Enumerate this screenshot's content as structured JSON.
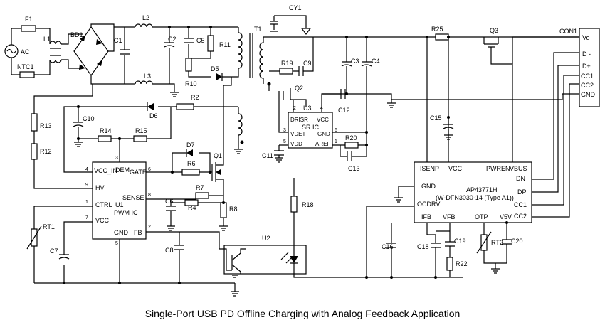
{
  "caption": "Single-Port USB PD Offline Charging with Analog Feedback Application",
  "input": {
    "ac": "AC",
    "fuse": "F1",
    "inductor": "L1",
    "ntc": "NTC1",
    "bridge": "BD1"
  },
  "primary_parts": {
    "c1": "C1",
    "l2": "L2",
    "l3": "L3",
    "c2": "C2",
    "c5": "C5",
    "r11": "R11",
    "r10": "R10",
    "d5": "D5",
    "r2": "R2",
    "d6": "D6",
    "c10": "C10",
    "r14": "R14",
    "r15": "R15",
    "r13": "R13",
    "r12": "R12",
    "d7": "D7",
    "r6": "R6",
    "q1": "Q1",
    "r7": "R7",
    "r4": "R4",
    "r8": "R8",
    "c6": "C6",
    "c7": "C7",
    "c8": "C8",
    "rt1": "RT1"
  },
  "transformer": {
    "t1": "T1",
    "cy1": "CY1"
  },
  "u1": {
    "name": "U1",
    "type": "PWM IC",
    "pins": {
      "vcc_in": "VCC_IN",
      "dem": "DEM",
      "gate": "GATE",
      "hv": "HV",
      "sense": "SENSE",
      "ctrl": "CTRL",
      "vcc": "VCC",
      "gnd": "GND",
      "fb": "FB"
    },
    "nums": {
      "p4": "4",
      "p3": "3",
      "p6": "6",
      "p9": "9",
      "p8": "8",
      "p1": "1",
      "p7": "7",
      "p5": "5",
      "p2": "2"
    }
  },
  "u3": {
    "name": "U3",
    "type": "SR IC",
    "pins": {
      "drisr": "DRISR",
      "vcc": "VCC",
      "vdet": "VDET",
      "gnd": "GND",
      "vdd": "VDD",
      "aref": "AREF"
    },
    "nums": {
      "p2": "2",
      "p4": "4",
      "p3": "3",
      "p6": "6",
      "p5": "5",
      "p1": "1"
    }
  },
  "secondary_parts": {
    "q2": "Q2",
    "r19": "R19",
    "c9": "C9",
    "c3": "C3",
    "c4": "C4",
    "c12": "C12",
    "c11": "C11",
    "r20": "R20",
    "c13": "C13",
    "r25": "R25",
    "q3": "Q3",
    "c15": "C15",
    "r18": "R18",
    "u2": "U2",
    "c16": "C16",
    "c18": "C18",
    "c19": "C19",
    "r22": "R22",
    "rt2": "RT2",
    "c20": "C20"
  },
  "ap": {
    "name": "AP43771H",
    "package": "(W-DFN3030-14 (Type A1))",
    "pins": {
      "isenp": "ISENP",
      "vcc": "VCC",
      "pwren": "PWREN",
      "vbus": "VBUS",
      "gnd": "GND",
      "dn": "DN",
      "dp": "DP",
      "ocdrv": "OCDRV",
      "cc1": "CC1",
      "cc2": "CC2",
      "ifb": "IFB",
      "vfb": "VFB",
      "otp": "OTP",
      "v5v": "V5V"
    }
  },
  "connector": {
    "name": "CON1",
    "pins": [
      "Vo",
      "D -",
      "D+",
      "CC1",
      "CC2",
      "GND"
    ]
  }
}
